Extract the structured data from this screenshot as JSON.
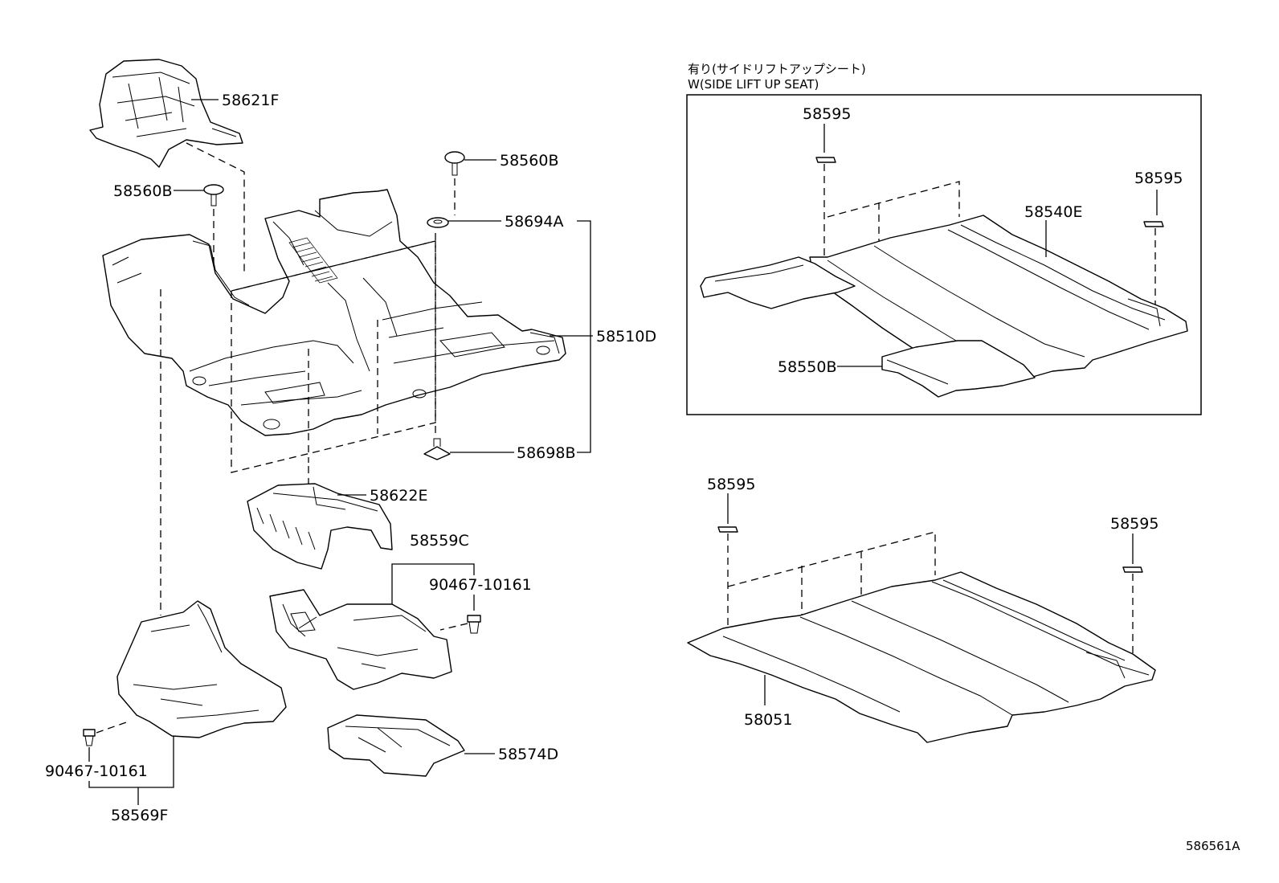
{
  "variant_header": {
    "line1": "有り(サイドリフトアップシート)",
    "line2": "W(SIDE LIFT UP SEAT)"
  },
  "labels": {
    "p58621F": "58621F",
    "p58560B_right": "58560B",
    "p58560B_left": "58560B",
    "p58694A": "58694A",
    "p58510D": "58510D",
    "p58698B": "58698B",
    "p58622E": "58622E",
    "p58559C": "58559C",
    "p90467_right": "90467-10161",
    "p90467_left": "90467-10161",
    "p58574D": "58574D",
    "p58569F": "58569F",
    "p58595_box_top": "58595",
    "p58595_box_right": "58595",
    "p58540E": "58540E",
    "p58550B": "58550B",
    "p58595_lower_left": "58595",
    "p58595_lower_right": "58595",
    "p58051": "58051"
  },
  "diagram_id": "586561A"
}
